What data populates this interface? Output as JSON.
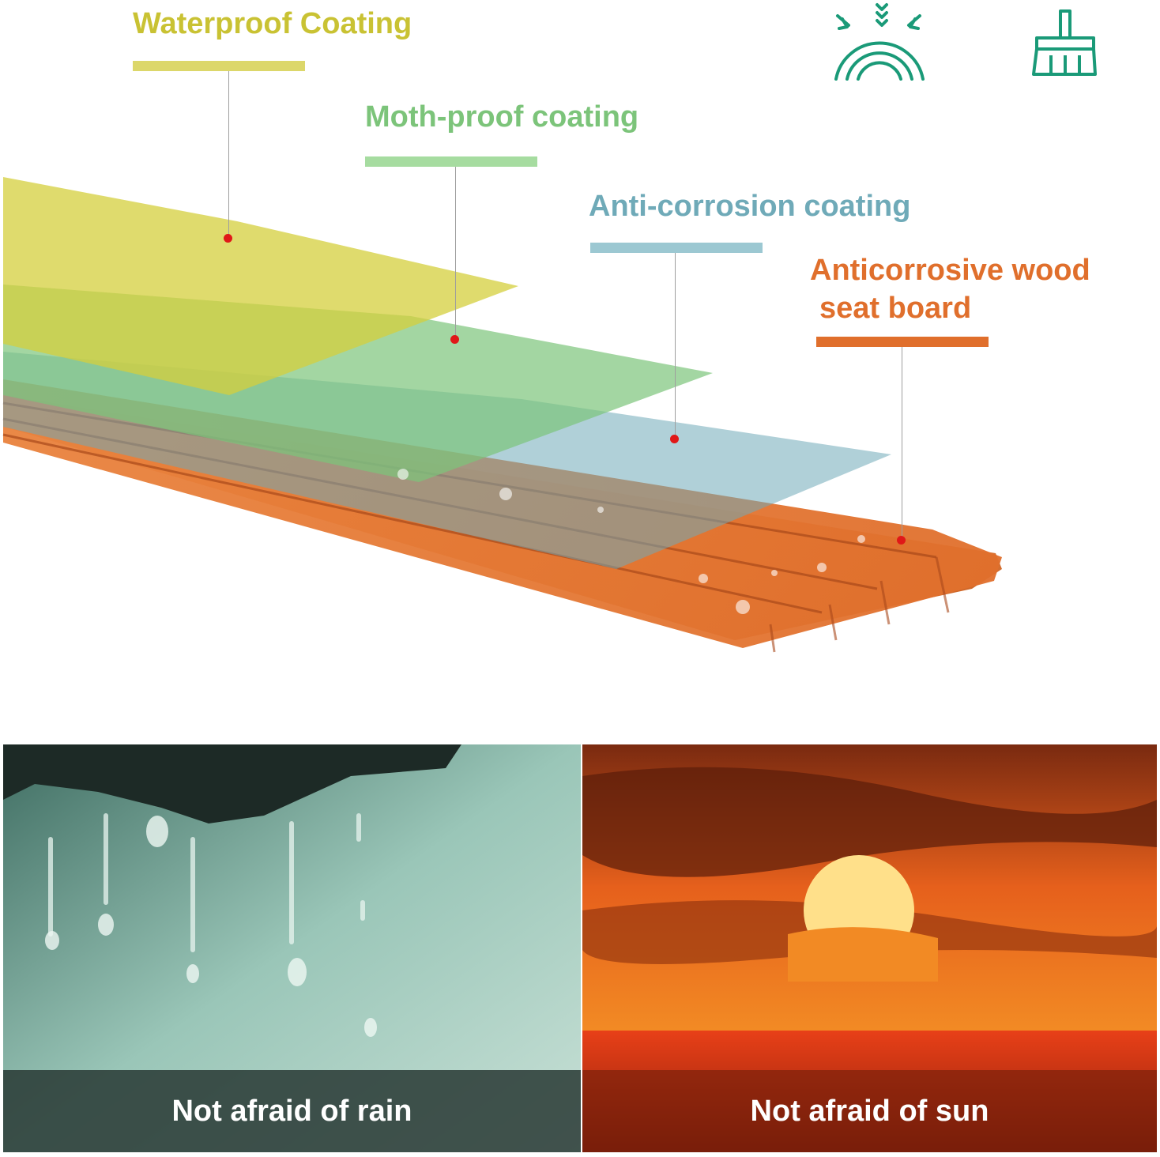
{
  "layers": {
    "waterproof": {
      "label": "Waterproof Coating",
      "color": "#c9c233"
    },
    "moth_proof": {
      "label": "Moth-proof coating",
      "color": "#7cc47a"
    },
    "anti_corrosion": {
      "label": "Anti-corrosion coating",
      "color": "#6faab8"
    },
    "wood_board": {
      "label_line1": "Anticorrosive wood",
      "label_line2": "seat board",
      "color": "#e06f2c"
    }
  },
  "icons": {
    "rain_arch": "rain-arch-icon",
    "broom": "broom-icon",
    "accent": "#1a9a78"
  },
  "panels": {
    "rain": {
      "caption": "Not afraid of rain"
    },
    "sun": {
      "caption": "Not afraid of sun"
    }
  }
}
